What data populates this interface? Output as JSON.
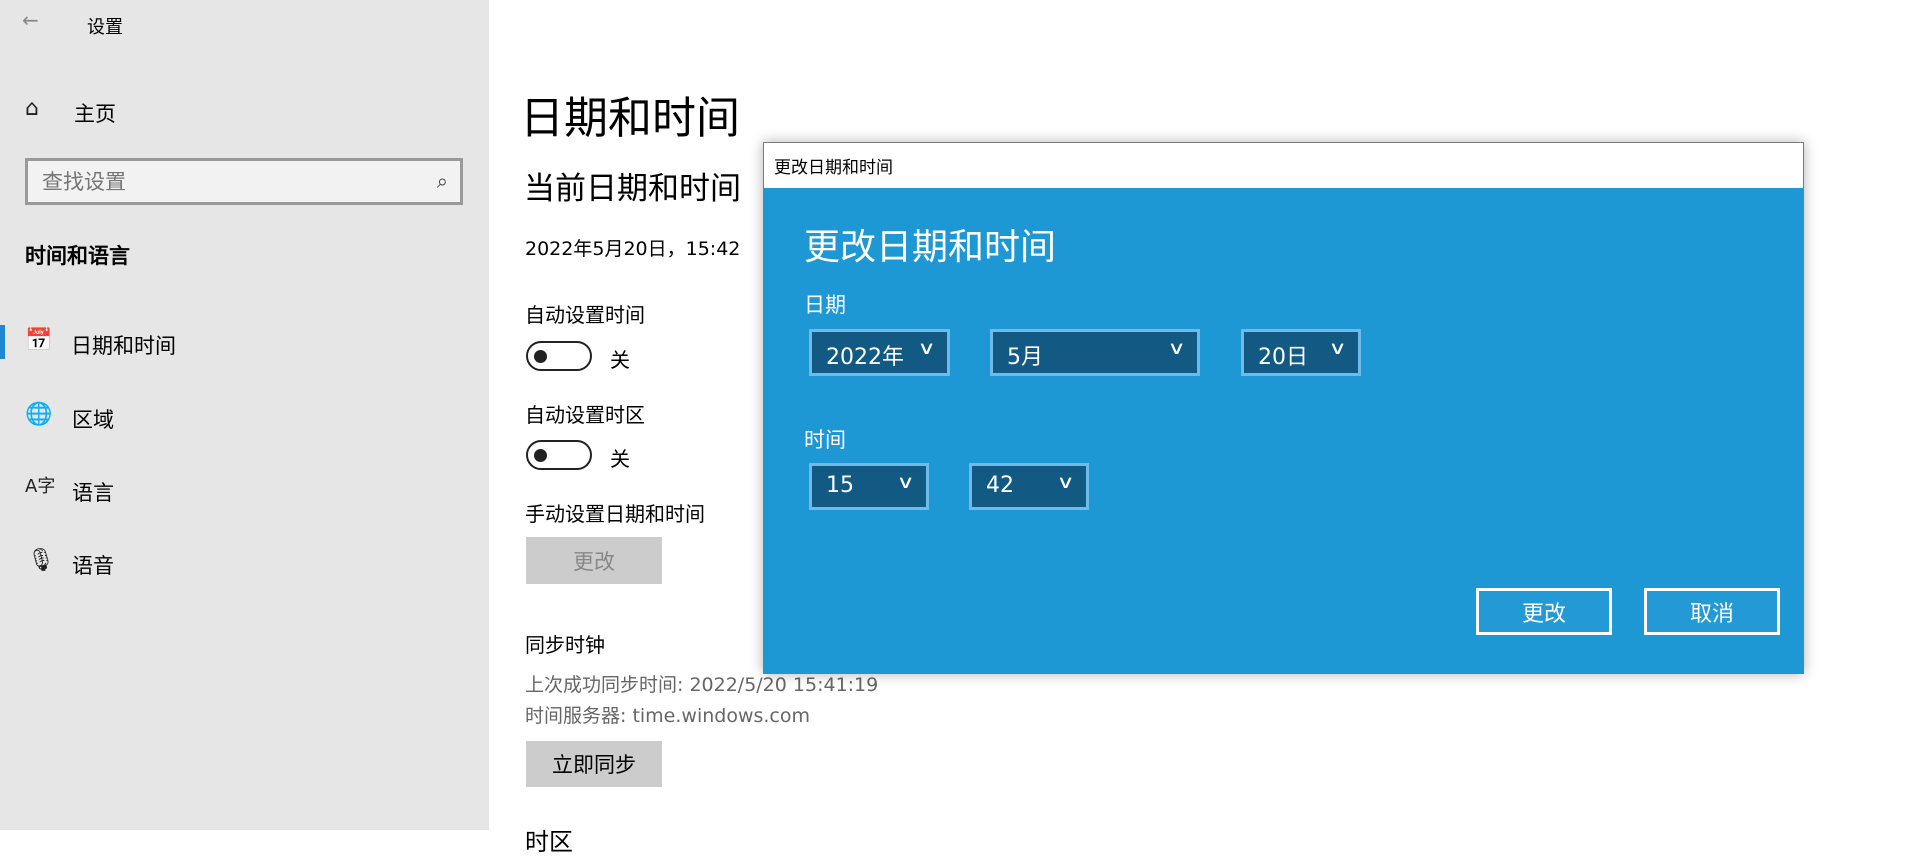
{
  "window": {
    "title": "设置"
  },
  "sidebar": {
    "home": "主页",
    "search_placeholder": "查找设置",
    "section": "时间和语言",
    "items": [
      {
        "label": "日期和时间",
        "icon": "calendar-clock-icon",
        "active": true
      },
      {
        "label": "区域",
        "icon": "globe-icon"
      },
      {
        "label": "语言",
        "icon": "language-icon"
      },
      {
        "label": "语音",
        "icon": "microphone-icon"
      }
    ]
  },
  "main": {
    "title": "日期和时间",
    "current_heading": "当前日期和时间",
    "current_value": "2022年5月20日，15:42",
    "auto_time_label": "自动设置时间",
    "auto_time_state": "关",
    "auto_tz_label": "自动设置时区",
    "auto_tz_state": "关",
    "manual_label": "手动设置日期和时间",
    "manual_button": "更改",
    "sync_heading": "同步时钟",
    "last_sync": "上次成功同步时间: 2022/5/20 15:41:19",
    "time_server": "时间服务器: time.windows.com",
    "sync_button": "立即同步",
    "next_heading": "时区"
  },
  "dialog": {
    "window_title": "更改日期和时间",
    "heading": "更改日期和时间",
    "date_label": "日期",
    "year": "2022年",
    "month": "5月",
    "day": "20日",
    "time_label": "时间",
    "hour": "15",
    "minute": "42",
    "change_button": "更改",
    "cancel_button": "取消",
    "colors": {
      "background": "#1e98d5",
      "combo": "#125a84"
    }
  }
}
